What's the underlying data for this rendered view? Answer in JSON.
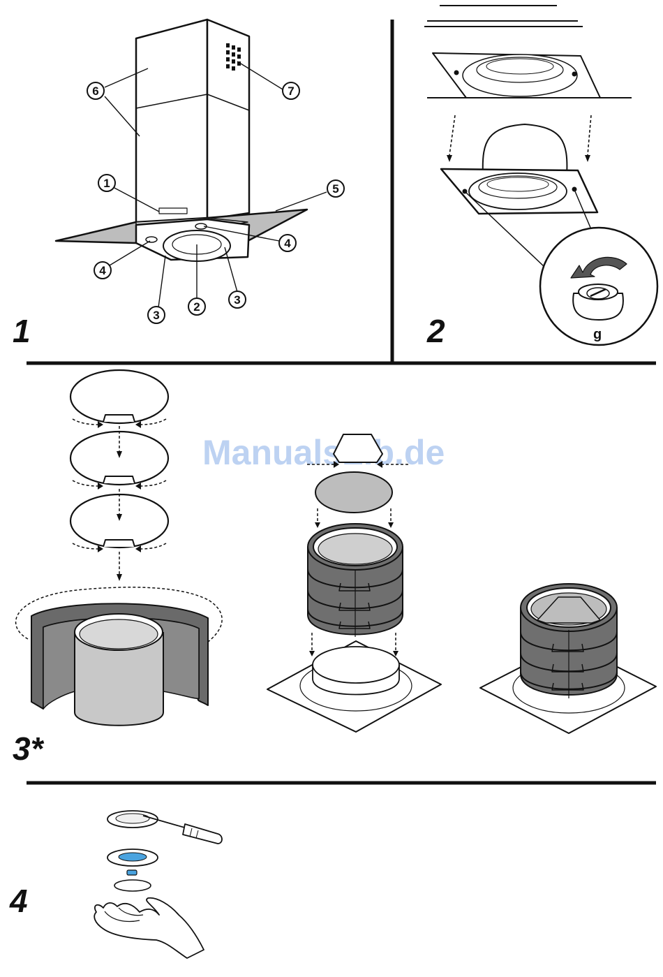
{
  "watermark": "ManualsLib.de",
  "steps": {
    "s1": "1",
    "s2": "2",
    "s3": "3*",
    "s4": "4"
  },
  "callouts": {
    "c1": "1",
    "c2": "2",
    "c3a": "3",
    "c3b": "3",
    "c4a": "4",
    "c4b": "4",
    "c5": "5",
    "c6": "6",
    "c7": "7"
  },
  "detail_letter": "g",
  "colors": {
    "ink": "#111111",
    "glass": "#bdbdbd",
    "filter_band": "#6f6f6f",
    "foam": "#6a6a6a",
    "duct": "#c8c8c8",
    "led_blue": "#4aa3df"
  }
}
